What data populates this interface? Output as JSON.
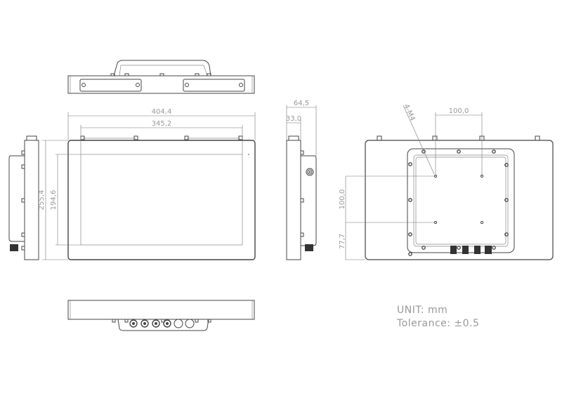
{
  "dimensions": {
    "front_width": "404,4",
    "front_inner_width": "345,2",
    "front_height": "255,4",
    "front_inner_height": "194,6",
    "side_depth": "64,5",
    "side_body_depth": "33,0",
    "vesa_horizontal": "100,0",
    "vesa_vertical": "100,0",
    "vesa_bottom_offset": "77,7",
    "mount_screw": "4-M4"
  },
  "notes": {
    "unit": "UNIT: mm",
    "tolerance": "Tolerance: ±0.5"
  },
  "colors": {
    "line": "#444444",
    "dimension_text": "#999999"
  }
}
